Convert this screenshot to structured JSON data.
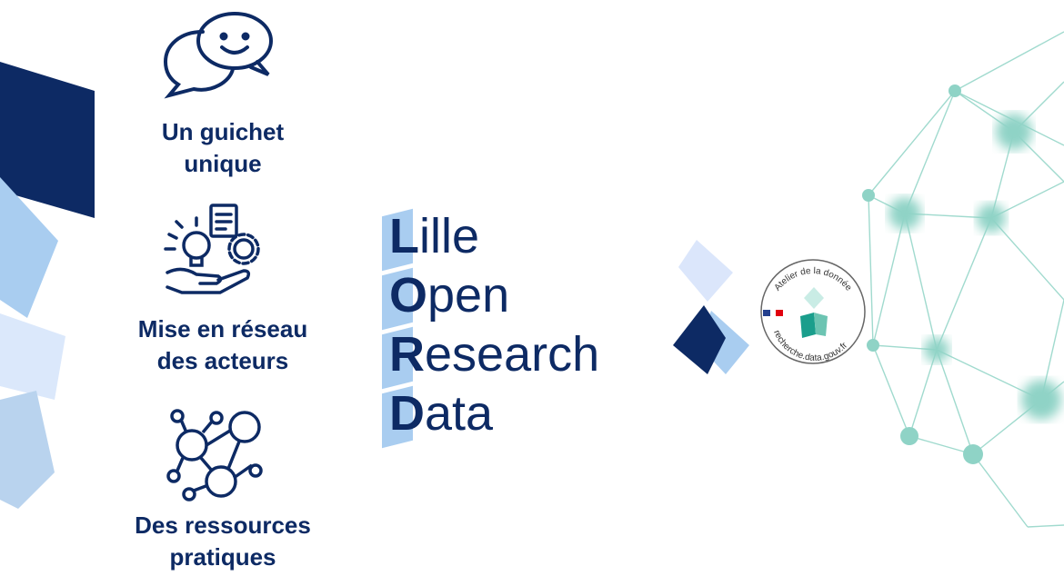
{
  "features": [
    {
      "icon": "chat-bubbles-icon",
      "line1": "Un guichet",
      "line2": "unique"
    },
    {
      "icon": "idea-gear-hand-icon",
      "line1": "Mise en réseau",
      "line2": "des acteurs"
    },
    {
      "icon": "network-people-icon",
      "line1": "Des ressources",
      "line2": "pratiques"
    }
  ],
  "lord": [
    {
      "initial": "L",
      "rest": "ille"
    },
    {
      "initial": "O",
      "rest": "pen"
    },
    {
      "initial": "R",
      "rest": "esearch"
    },
    {
      "initial": "D",
      "rest": "ata"
    }
  ],
  "badge": {
    "top_text": "Atelier de la donnée",
    "bottom_text": "recherche.data.gouv.fr"
  },
  "colors": {
    "navy": "#0d2a64",
    "light_blue": "#a9cdf0",
    "teal": "#1a9e8c"
  }
}
